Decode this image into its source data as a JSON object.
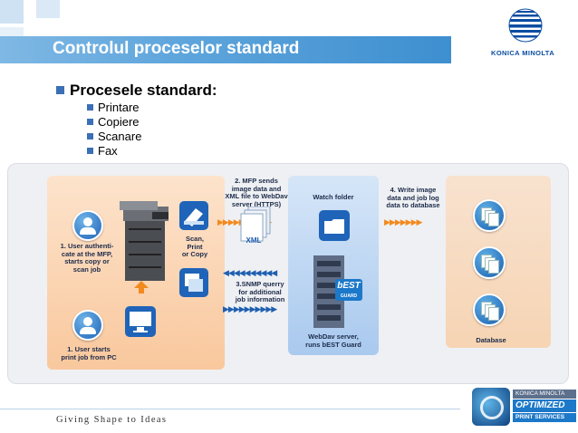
{
  "header": {
    "title": "Controlul proceselor standard",
    "logo_text": "KONICA MINOLTA"
  },
  "content": {
    "heading": "Procesele standard:",
    "items": [
      "Printare",
      "Copiere",
      "Scanare",
      "Fax"
    ]
  },
  "diagram": {
    "step1a": "1. User authenti-\ncate at the MFP,\nstarts copy or\nscan job",
    "step1b": "1. User starts\nprint job from PC",
    "scan_print_copy": "Scan,\nPrint\nor Copy",
    "step2": "2. MFP sends\nimage data and\nXML file to WebDav\nserver (HTTPS)",
    "xml_label": "XML",
    "step3": "3.SNMP querry\nfor additional\njob information",
    "watch_folder": "Watch folder",
    "best_label": "bEST",
    "guard_label": "GUARD",
    "webdav": "WebDav server,\nruns bEST Guard",
    "step4": "4. Write image\ndata and job log\ndata to database",
    "database": "Database"
  },
  "footer": {
    "tagline": "Giving Shape to Ideas",
    "badge_top": "KONICA MINOLTA",
    "badge_mid": "OPTIMIZED",
    "badge_bot": "PRINT SERVICES"
  },
  "colors": {
    "title_bar": "#5ea5dc",
    "accent_blue": "#1f5fb0",
    "accent_orange": "#f28a1e"
  }
}
